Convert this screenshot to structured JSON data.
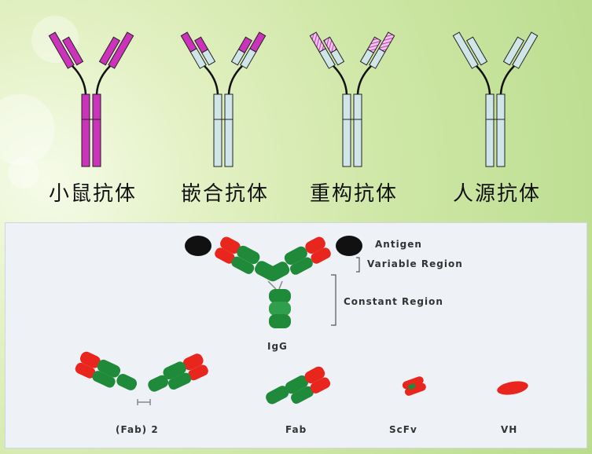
{
  "antibody_types": [
    {
      "label": "小鼠抗体",
      "key": "mouse"
    },
    {
      "label": "嵌合抗体",
      "key": "chimeric"
    },
    {
      "label": "重构抗体",
      "key": "reshaped"
    },
    {
      "label": "人源抗体",
      "key": "human"
    }
  ],
  "colors": {
    "mouse": "#cc33bb",
    "human": "#cfe5e8",
    "outline": "#222222",
    "heavy_red": "#e8261e",
    "light_green": "#1e8a3a",
    "antigen": "#111111"
  },
  "igg_diagram": {
    "antigen_label": "Antigen",
    "variable_region_label": "Variable Region",
    "constant_region_label": "Constant Region",
    "igg_label": "IgG"
  },
  "fragments": {
    "fab2_label": "(Fab) 2",
    "fab_label": "Fab",
    "scfv_label": "ScFv",
    "vh_label": "VH"
  }
}
